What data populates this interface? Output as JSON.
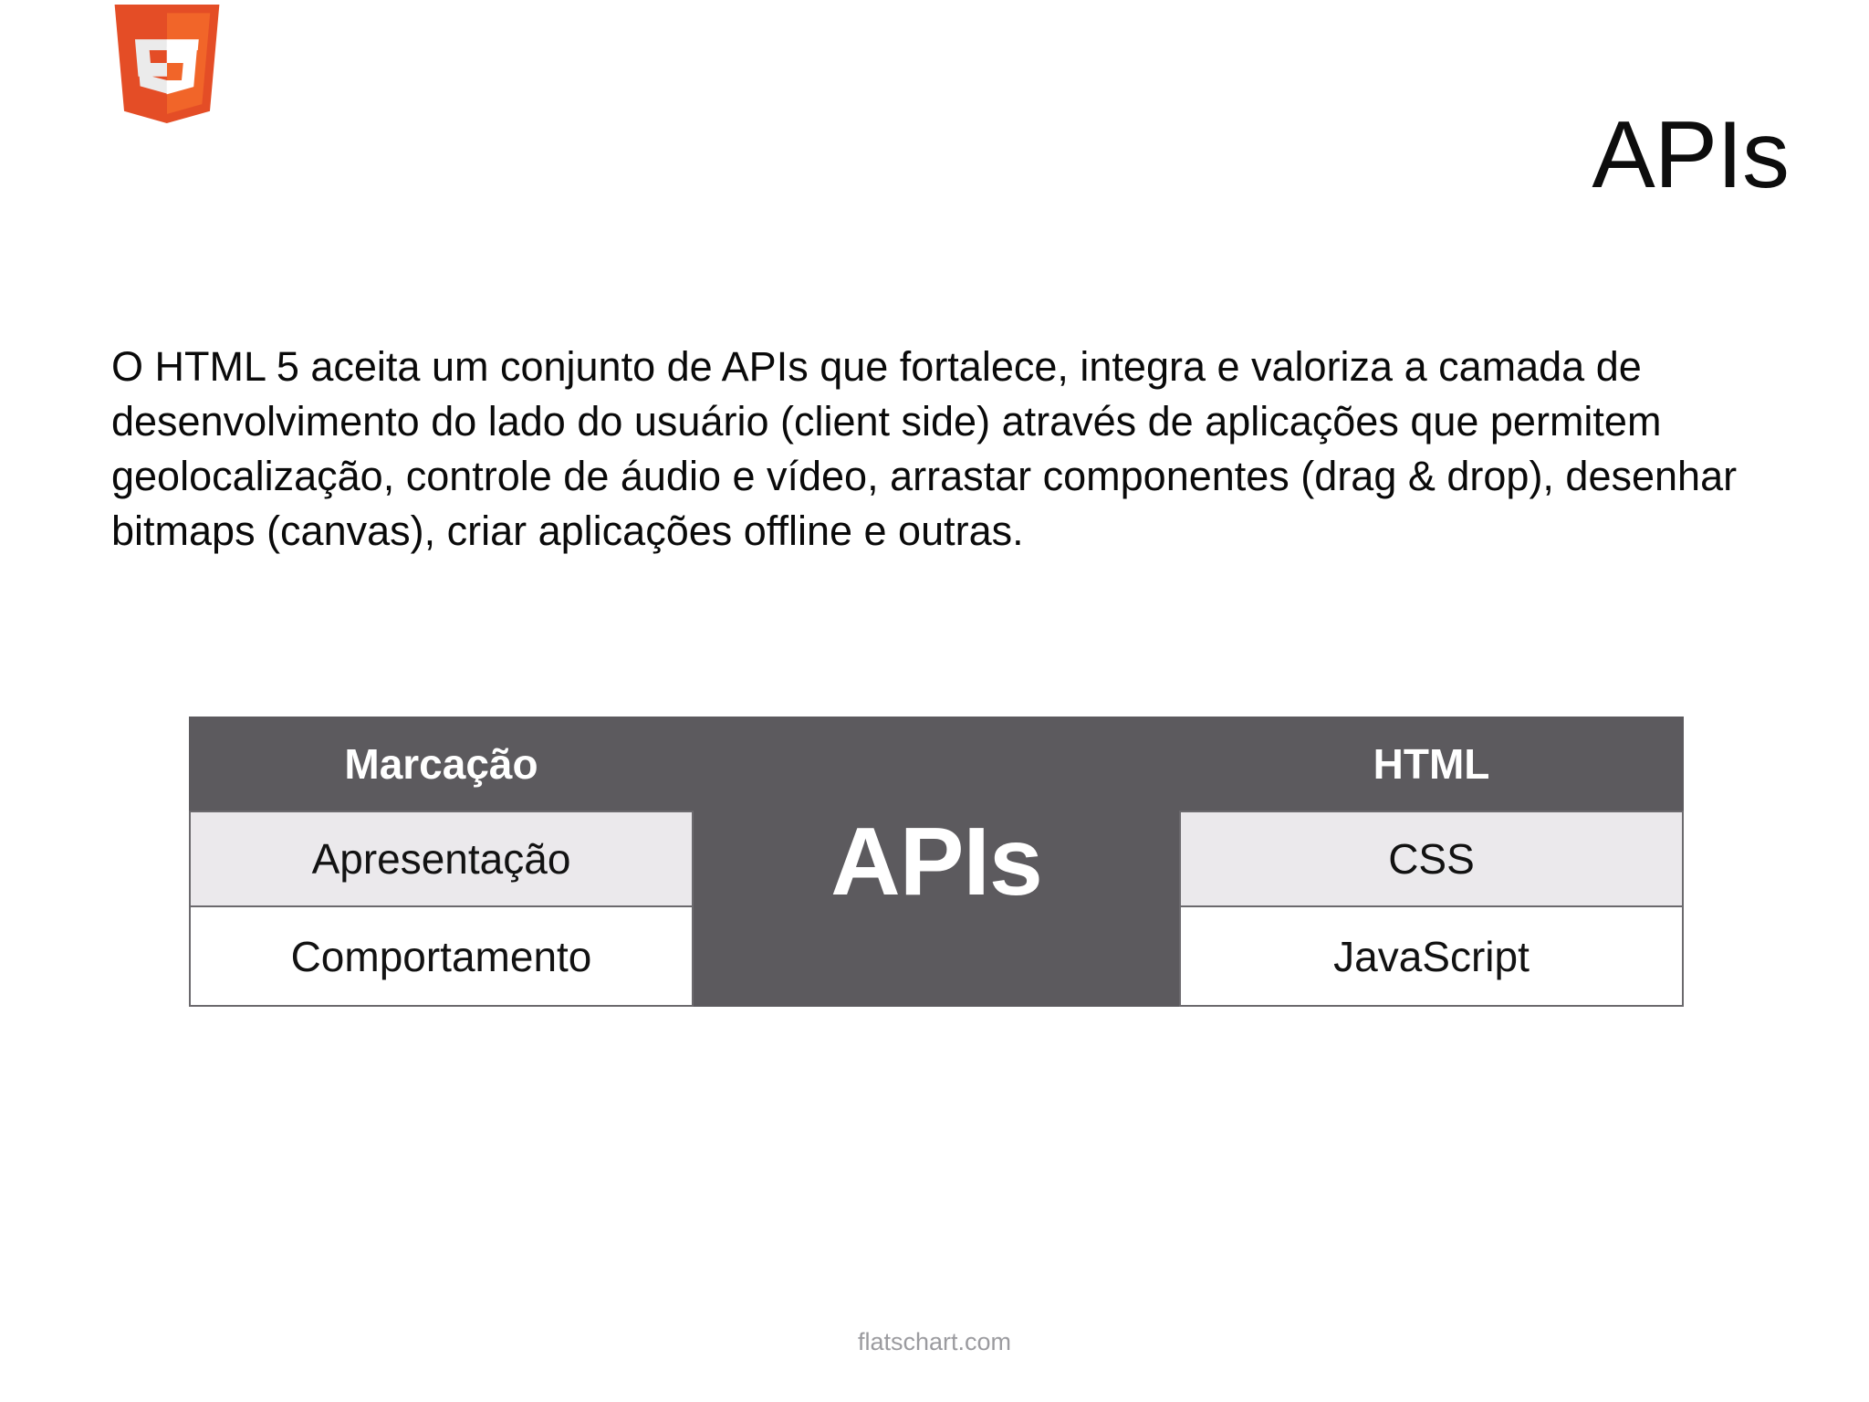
{
  "slide": {
    "title": "APIs",
    "logo_icon": "html5-shield-icon",
    "logo_alt": "HTML5",
    "footer": "flatschart.com",
    "body_paragraph": "O HTML 5 aceita um conjunto de APIs que fortalece, integra e valoriza a camada de desenvolvimento do lado do usuário (client side) através de aplicações que permitem geolocalização, controle de áudio e vídeo, arrastar componentes (drag & drop), desenhar bitmaps (canvas), criar aplicações offline e outras."
  },
  "diagram": {
    "center_label": "APIs",
    "left_column": {
      "header": "Marcação",
      "rows": [
        "Apresentação",
        "Comportamento"
      ]
    },
    "right_column": {
      "header": "HTML",
      "rows": [
        "CSS",
        "JavaScript"
      ]
    }
  },
  "colors": {
    "background": "#ffffff",
    "diagram_gray": "#5c5a5e",
    "diagram_row_alt": "#ebe9ec",
    "diagram_row_plain": "#ffffff",
    "diagram_border": "#6b696d",
    "text_dark": "#0a0a0a",
    "footer_gray": "#9b9b9f",
    "logo_orange": "#e44d26",
    "logo_orange_light": "#f16529",
    "logo_white": "#ffffff",
    "logo_offwhite": "#ebebeb"
  }
}
